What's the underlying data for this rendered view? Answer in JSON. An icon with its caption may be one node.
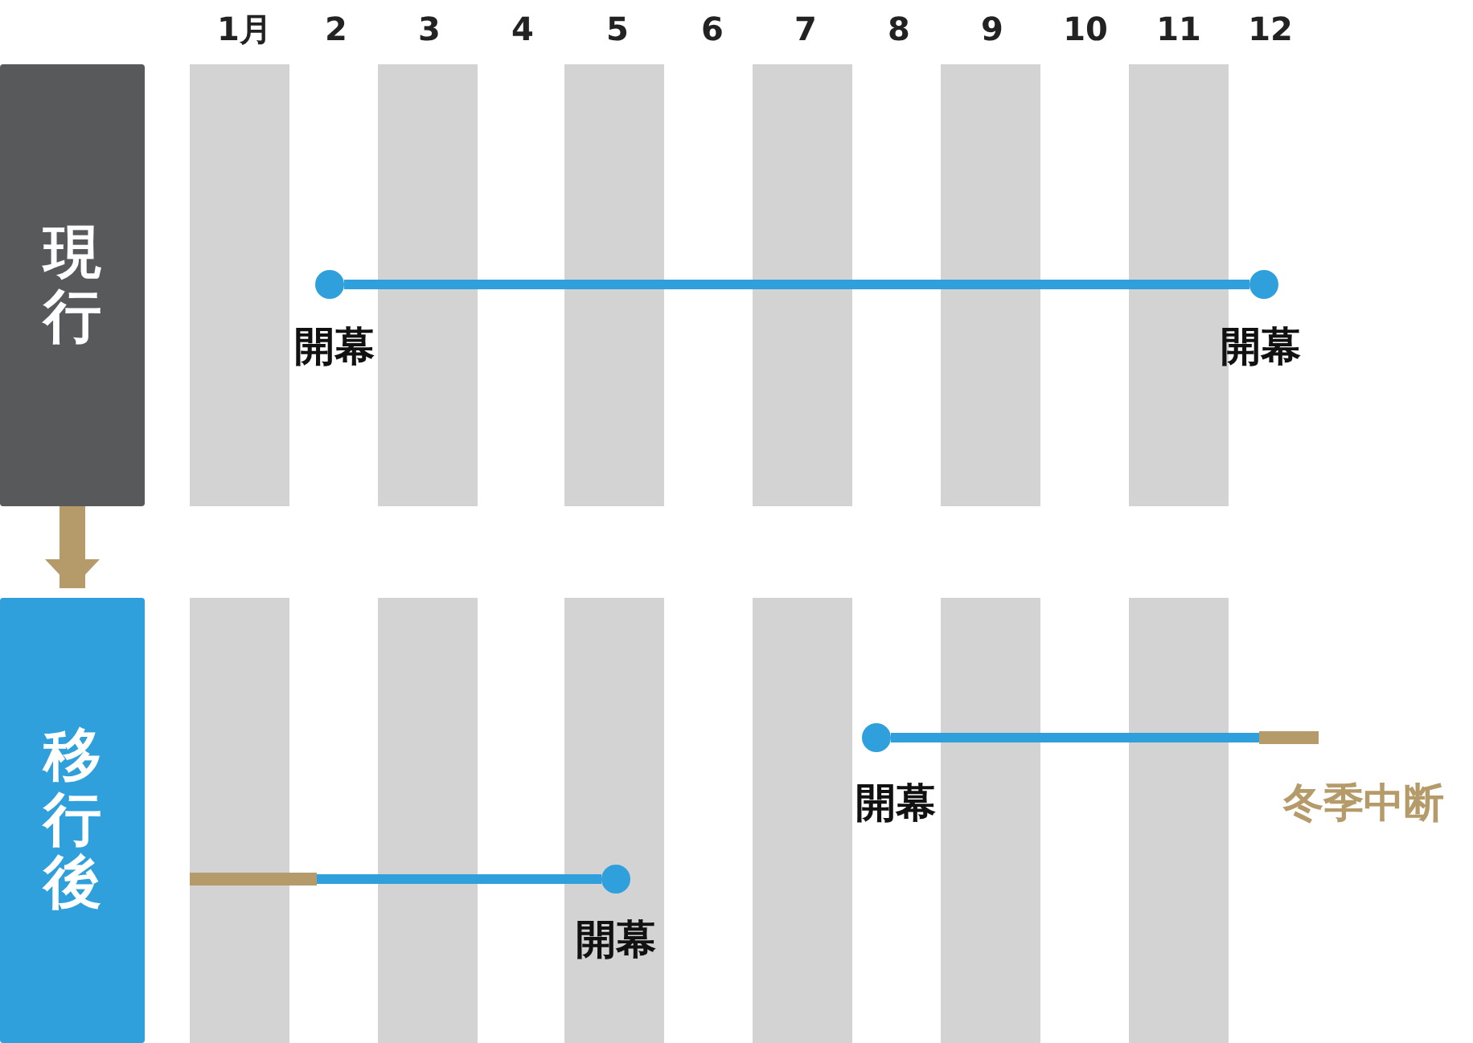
{
  "diagram": {
    "nodes": [
      {
        "text": [
          "現行"
        ]
      },
      {
        "text": [
          "移行後"
        ]
      },
      {
        "text": [],
        "shape": "circle",
        "beside": [
          "開幕"
        ]
      },
      {
        "text": [],
        "shape": "circle",
        "beside": [
          "開幕"
        ]
      },
      {
        "text": [],
        "shape": "circle",
        "beside": [
          "開幕"
        ]
      },
      {
        "text": [],
        "shape": "bar",
        "beside": [
          "冬季中断"
        ]
      },
      {
        "text": [],
        "shape": "bar"
      },
      {
        "text": [],
        "shape": "circle",
        "beside": [
          "開幕"
        ]
      }
    ],
    "edges": [
      {
        "from": 0,
        "to": 1,
        "arrow": "to",
        "style": "thick",
        "color": "#b59a6a"
      },
      {
        "from": 2,
        "to": 3,
        "arrow": "none"
      },
      {
        "from": 4,
        "to": 5,
        "arrow": "none"
      },
      {
        "from": 6,
        "to": 7,
        "arrow": "none"
      }
    ],
    "labels": [
      "1月",
      "2",
      "3",
      "4",
      "5",
      "6",
      "7",
      "8",
      "9",
      "10",
      "11",
      "12"
    ]
  }
}
